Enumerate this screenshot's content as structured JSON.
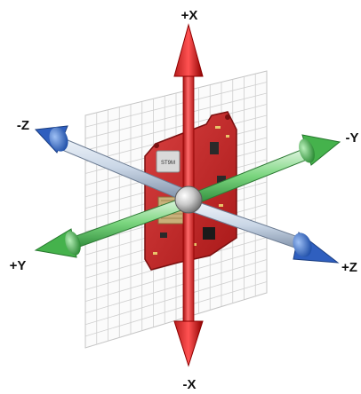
{
  "axes": {
    "pos_x": "+X",
    "neg_x": "-X",
    "pos_y": "+Y",
    "neg_y": "-Y",
    "pos_z": "+Z",
    "neg_z": "-Z"
  },
  "board": {
    "chip_text": "ST9M"
  },
  "colors": {
    "x_axis": "#e02020",
    "y_axis": "#3cb043",
    "z_axis": "#3a6fd0",
    "board": "#c62828",
    "grid": "#bdbdbd",
    "hub": "#c8c8c8"
  }
}
